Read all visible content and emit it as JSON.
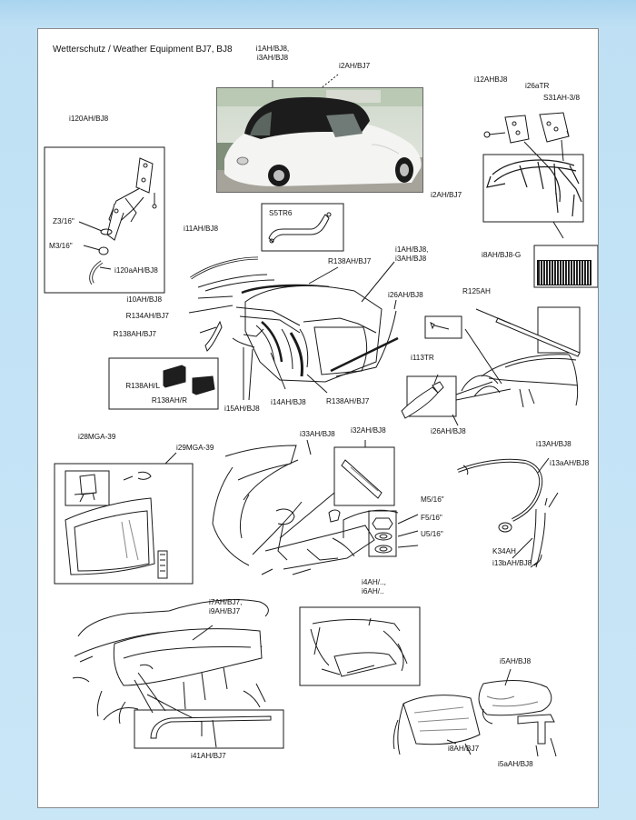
{
  "title": "Wetterschutz / Weather Equipment BJ7, BJ8",
  "labels": {
    "i1AH_top": "i1AH/BJ8,\ni3AH/BJ8",
    "i2AH_top": "i2AH/BJ7",
    "i12AHBJ8": "i12AHBJ8",
    "i26aTR": "i26aTR",
    "S31AH": "S31AH-3/8",
    "i120AH": "i120AH/BJ8",
    "Z3": "Z3/16\"",
    "M3": "M3/16\"",
    "i120aAH": "i120aAH/BJ8",
    "i2AH_right": "i2AH/BJ7",
    "S5TR6": "S5TR6",
    "i11AH": "i11AH/BJ8",
    "i1AH_mid": "i1AH/BJ8,\ni3AH/BJ8",
    "i8AH_G": "i8AH/BJ8-G",
    "R138AH_BJ7_a": "R138AH/BJ7",
    "i10AH": "i10AH/BJ8",
    "R134AH": "R134AH/BJ7",
    "R138AH_BJ7_b": "R138AH/BJ7",
    "i26AH_a": "i26AH/BJ8",
    "R125AH": "R125AH",
    "i113TR": "i113TR",
    "R138AH_L": "R138AH/L",
    "R138AH_R": "R138AH/R",
    "i15AH": "i15AH/BJ8",
    "i14AH": "i14AH/BJ8",
    "R138AH_BJ7_c": "R138AH/BJ7",
    "i26AH_b": "i26AH/BJ8",
    "i28MGA": "i28MGA-39",
    "i29MGA": "i29MGA-39",
    "i33AH": "i33AH/BJ8",
    "i32AH": "i32AH/BJ8",
    "i13AH": "i13AH/BJ8",
    "i13aAH": "i13aAH/BJ8",
    "M5": "M5/16\"",
    "F5": "F5/16\"",
    "U5": "U5/16\"",
    "K34AH": "K34AH",
    "i13bAH": "i13bAH/BJ8",
    "i4AH": "i4AH/..,\ni6AH/..",
    "i7AH": "i7AH/BJ7,\ni9AH/BJ7",
    "i5AH": "i5AH/BJ8",
    "i8AH_BJ7": "i8AH/BJ7",
    "i41AH": "i41AH/BJ7",
    "i5aAH": "i5aAH/BJ8"
  },
  "colors": {
    "background": "#bfe0f4",
    "sheet": "#ffffff",
    "line": "#1a1a1a",
    "soft_top": "#1c1c1c",
    "car_body": "#f4f4f2"
  }
}
